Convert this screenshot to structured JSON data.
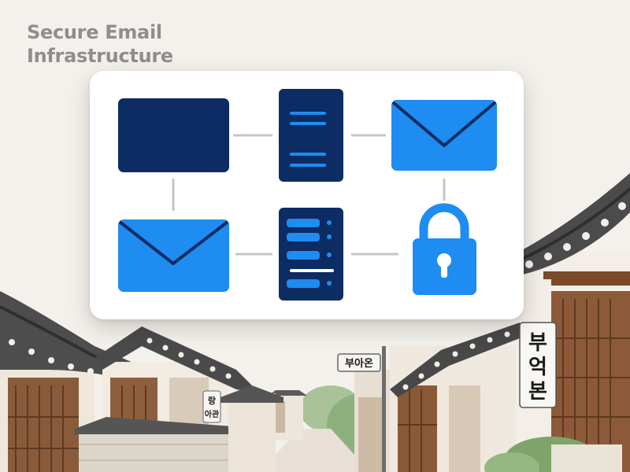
{
  "title": {
    "line1": "Secure Email",
    "line2": "Infrastructure"
  },
  "signs": {
    "center_sign": "부아온",
    "left_sign_line1": "랑",
    "left_sign_line2": "아관",
    "right_sign_line1": "부",
    "right_sign_line2": "억",
    "right_sign_line3": "본"
  },
  "diagram": {
    "nodes": [
      {
        "icon": "dark-panel-icon"
      },
      {
        "icon": "server-doc-icon"
      },
      {
        "icon": "envelope-icon"
      },
      {
        "icon": "envelope-icon"
      },
      {
        "icon": "server-rack-icon"
      },
      {
        "icon": "padlock-icon"
      }
    ]
  },
  "colors": {
    "dark_navy": "#0c2c63",
    "bright_blue": "#1e8cf0",
    "connector_gray": "#c4c4c4",
    "title_gray": "#8e8e8e",
    "background": "#f4f1ec"
  }
}
